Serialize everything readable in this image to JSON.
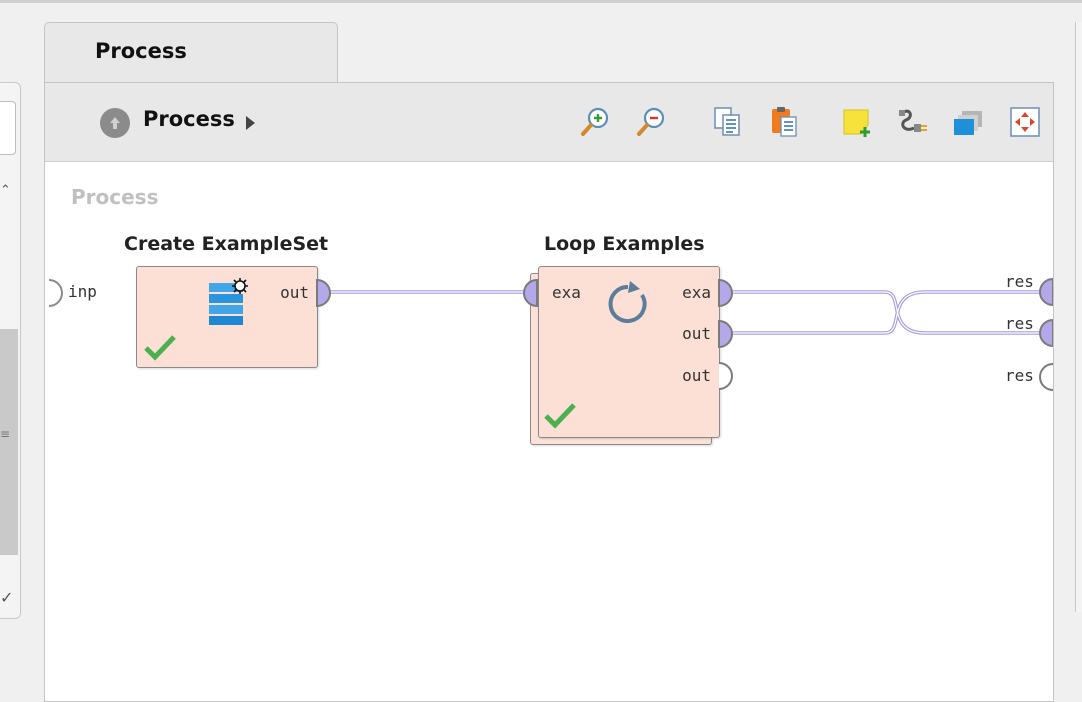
{
  "tab": {
    "label": "Process"
  },
  "breadcrumb": {
    "label": "Process"
  },
  "toolbar": {
    "icons": [
      "zoom-in-icon",
      "zoom-out-icon",
      "copy-icon",
      "paste-icon",
      "add-note-icon",
      "auto-wire-icon",
      "layers-icon",
      "fit-view-icon"
    ]
  },
  "canvas": {
    "title": "Process",
    "input_port": "inp",
    "result_ports": [
      "res",
      "res",
      "res"
    ]
  },
  "operators": {
    "create": {
      "title": "Create ExampleSet",
      "out": "out"
    },
    "loop": {
      "title": "Loop Examples",
      "in": "exa",
      "out1": "exa",
      "out2": "out",
      "out3": "out"
    }
  },
  "colors": {
    "operator_fill": "#fde0d5",
    "port_connected": "#b5a8e8",
    "wire": "#a99be0",
    "check": "#4caf50"
  }
}
